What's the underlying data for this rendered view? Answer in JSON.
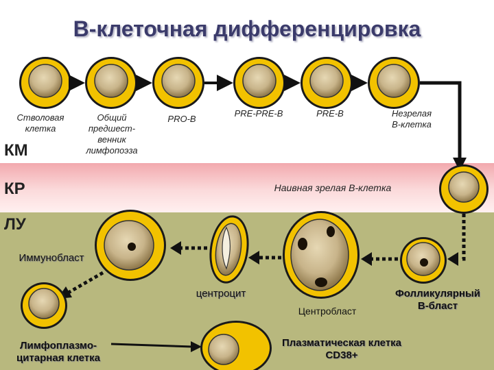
{
  "title": "В-клеточная дифференцировка",
  "zones": {
    "km": "КМ",
    "kr": "КР",
    "lu": "ЛУ"
  },
  "stages": {
    "stem_line1": "Стволовая",
    "stem_line2": "клетка",
    "common_line1": "Общий",
    "common_line2": "предшест-",
    "common_line3": "венник",
    "common_line4": "лимфопоэза",
    "pro_b": "PRO-B",
    "pre_pre_b": "PRE-PRE-B",
    "pre_b": "PRE-B",
    "immature_line1": "Незрелая",
    "immature_line2": "В-клетка"
  },
  "naive": "Наивная зрелая В-клетка",
  "immunoblast": "Иммунобласт",
  "centrocyte": "центроцит",
  "centroblast": "Центробласт",
  "follicular_line1": "Фолликулярный",
  "follicular_line2": "В-бласт",
  "lymphoplasmo_line1": "Лимфоплазмо-",
  "lymphoplasmo_line2": "цитарная клетка",
  "plasma_line1": "Плазматическая клетка",
  "plasma_line2": "CD38+",
  "colors": {
    "cell_ring": "#f2c200",
    "cell_body": "#c8b48a",
    "km_band": "#ffffff",
    "kr_band": "#f4b0b4",
    "lu_band": "#b8b87e"
  }
}
